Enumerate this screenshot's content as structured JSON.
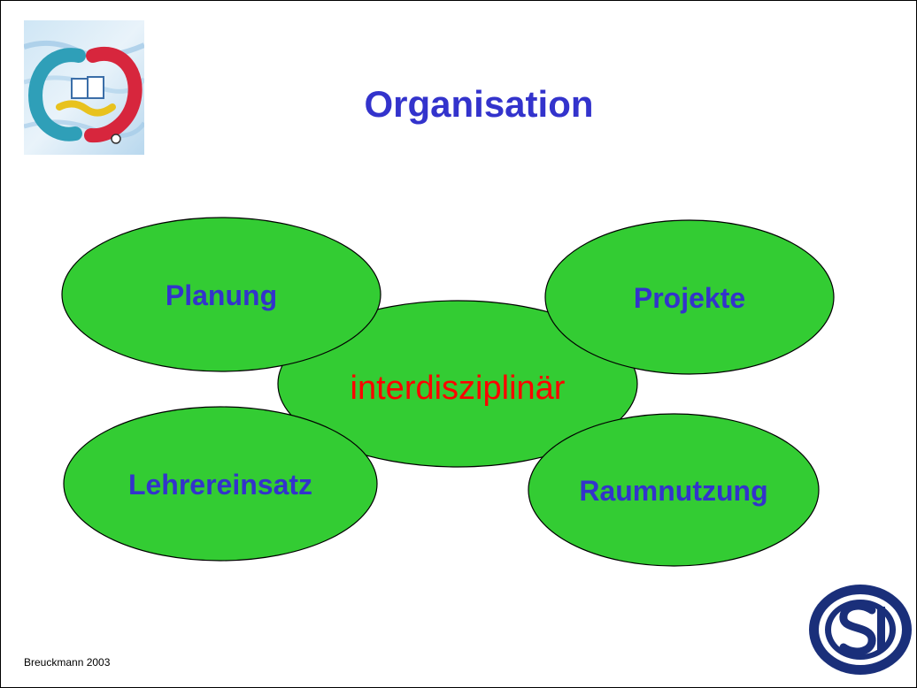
{
  "slide": {
    "title": "Organisation",
    "footer": "Breuckmann 2003"
  },
  "diagram": {
    "center": {
      "label": "interdisziplinär",
      "color": "#ff0000"
    },
    "nodes": [
      {
        "id": "planung",
        "label": "Planung"
      },
      {
        "id": "projekte",
        "label": "Projekte"
      },
      {
        "id": "lehrereinsatz",
        "label": "Lehrereinsatz"
      },
      {
        "id": "raumnutzung",
        "label": "Raumnutzung"
      }
    ]
  },
  "colors": {
    "title": "#3333cc",
    "node_fill": "#33cc33",
    "node_text": "#3333cc",
    "center_text": "#ff0000",
    "outline": "#000000"
  },
  "logos": {
    "left": "school-logo-icon",
    "right": "si-logo-icon"
  }
}
